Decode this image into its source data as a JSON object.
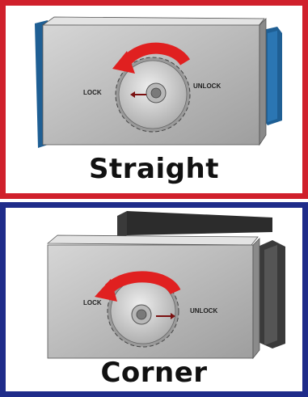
{
  "straight": {
    "title": "Straight",
    "lock_label": "LOCK",
    "unlock_label": "UNLOCK",
    "border_color": "#d0202c",
    "bracket_color": "#1f5f94"
  },
  "corner": {
    "title": "Corner",
    "lock_label": "LOCK",
    "unlock_label": "UNLOCK",
    "border_color": "#1f2c8a",
    "bracket_color": "#3a3a3a"
  },
  "arrow_color": "#e02020",
  "icons": [
    "rotate-arrow-icon",
    "gear-dial-icon",
    "direction-arrow-icon"
  ]
}
